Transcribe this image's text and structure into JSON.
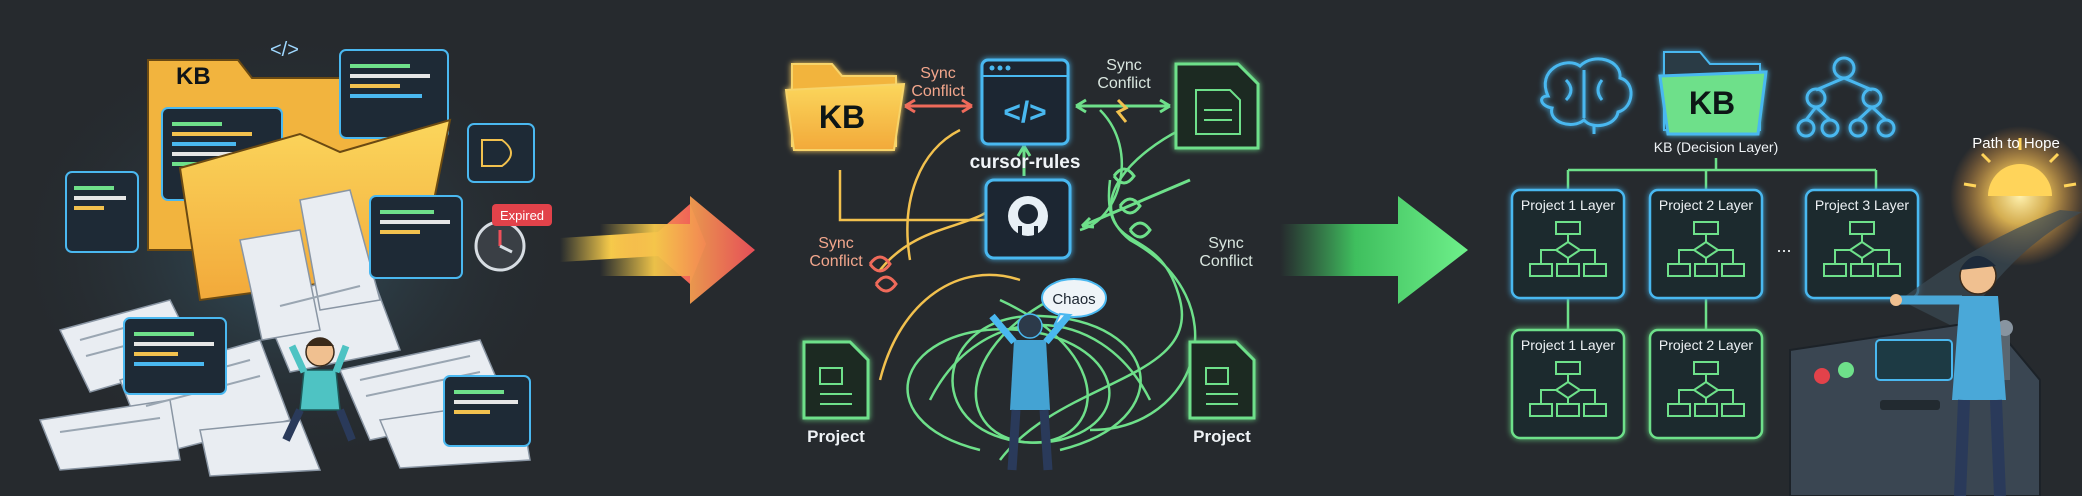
{
  "left_panel": {
    "folder_label": "KB",
    "code_tag": "</>",
    "expired_badge": "Expired"
  },
  "middle_panel": {
    "kb_label": "KB",
    "cursor_rules_label": "cursor-rules",
    "sync_conflict_top_left": [
      "Sync",
      "Conflict"
    ],
    "sync_conflict_top_right": [
      "Sync",
      "Conflict"
    ],
    "sync_conflict_mid_left": [
      "Sync",
      "Conflict"
    ],
    "sync_conflict_mid_right": [
      "Sync",
      "Conflict"
    ],
    "chaos_bubble": "Chaos",
    "project_left": "Project",
    "project_right": "Project"
  },
  "right_panel": {
    "kb_label": "KB",
    "kb_caption": "KB (Decision Layer)",
    "layers_top": [
      "Project 1 Layer",
      "Project 2 Layer",
      "Project 3 Layer"
    ],
    "ellipsis": "...",
    "layers_bottom": [
      "Project 1 Layer",
      "Project 2 Layer"
    ],
    "path_to_hope": "Path to Hope"
  },
  "colors": {
    "background": "#262a2e",
    "neon_blue": "#4ab8f0",
    "neon_green": "#5ee07a",
    "conflict_red": "#ef6a5a",
    "folder_yellow": "#f7c64a",
    "arrow_start": "#f7d24a",
    "arrow_end": "#f0505a"
  }
}
